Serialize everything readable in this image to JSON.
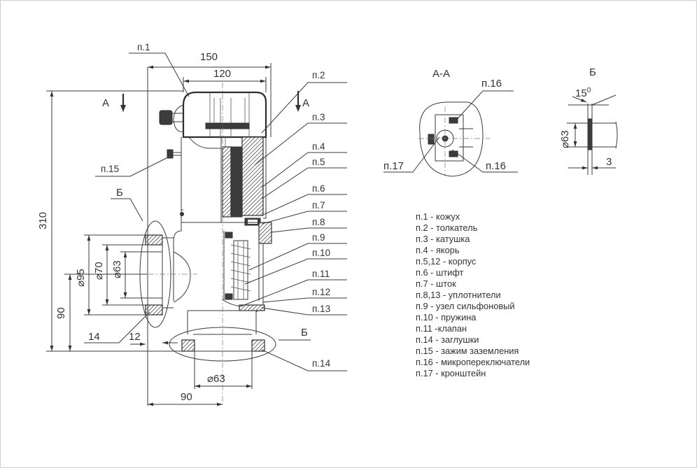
{
  "drawing": {
    "dimensions": {
      "d150": "150",
      "d120": "120",
      "d310": "310",
      "d90_vertical": "90",
      "d90_horizontal": "90",
      "d12": "12",
      "d14": "14",
      "dia95": "95",
      "dia70": "70",
      "dia63_side": "63",
      "dia63_bottom": "63",
      "dia63_detail": "63",
      "d3": "3",
      "angle15": "15",
      "degree": "0"
    },
    "diameter_symbol": "⌀",
    "section_labels": {
      "a_left": "А",
      "a_right": "А",
      "b_left": "Б",
      "b_right": "Б",
      "section_aa": "А-А",
      "detail_b": "Б"
    },
    "leaders": {
      "p1": "п.1",
      "p2": "п.2",
      "p3": "п.3",
      "p4": "п.4",
      "p5": "п.5",
      "p6": "п.6",
      "p7": "п.7",
      "p8": "п.8",
      "p9": "п.9",
      "p10": "п.10",
      "p11": "п.11",
      "p12": "п.12",
      "p13": "п.13",
      "p14": "п.14",
      "p15": "п.15",
      "p16a": "п.16",
      "p16b": "п.16",
      "p17": "п.17"
    }
  },
  "legend": [
    "п.1 - кожух",
    "п.2 - толкатель",
    "п.3 - катушка",
    "п.4 - якорь",
    "п.5,12 - корпус",
    "п.6 - штифт",
    "п.7 - шток",
    "п.8,13 - уплотнители",
    "п.9 - узел сильфоновый",
    "п.10 - пружина",
    "п.11 -клапан",
    "п.14 - заглушки",
    "п.15 - зажим заземления",
    "п.16 - микропереключатели",
    "п.17 - кронштейн"
  ]
}
